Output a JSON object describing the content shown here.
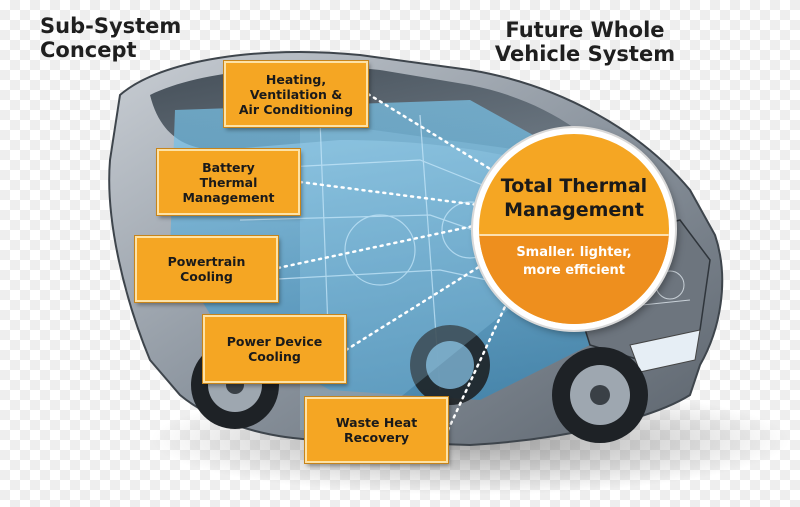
{
  "headings": {
    "left": "Sub-System\nConcept",
    "right": "Future Whole\nVehicle System"
  },
  "subsystems": [
    {
      "label": "Heating,\nVentilation &\nAir Conditioning"
    },
    {
      "label": "Battery\nThermal\nManagement"
    },
    {
      "label": "Powertrain\nCooling"
    },
    {
      "label": "Power Device\nCooling"
    },
    {
      "label": "Waste Heat\nRecovery"
    }
  ],
  "center": {
    "title": "Total Thermal\nManagement",
    "subtitle": "Smaller. lighter,\nmore efficient"
  },
  "colors": {
    "box_fill": "#f5a623",
    "box_border": "#fde2a6",
    "circle_lower": "#ee8f1e",
    "xray_blue": "#4aa8d8",
    "car_body": "#9aa3ad"
  }
}
